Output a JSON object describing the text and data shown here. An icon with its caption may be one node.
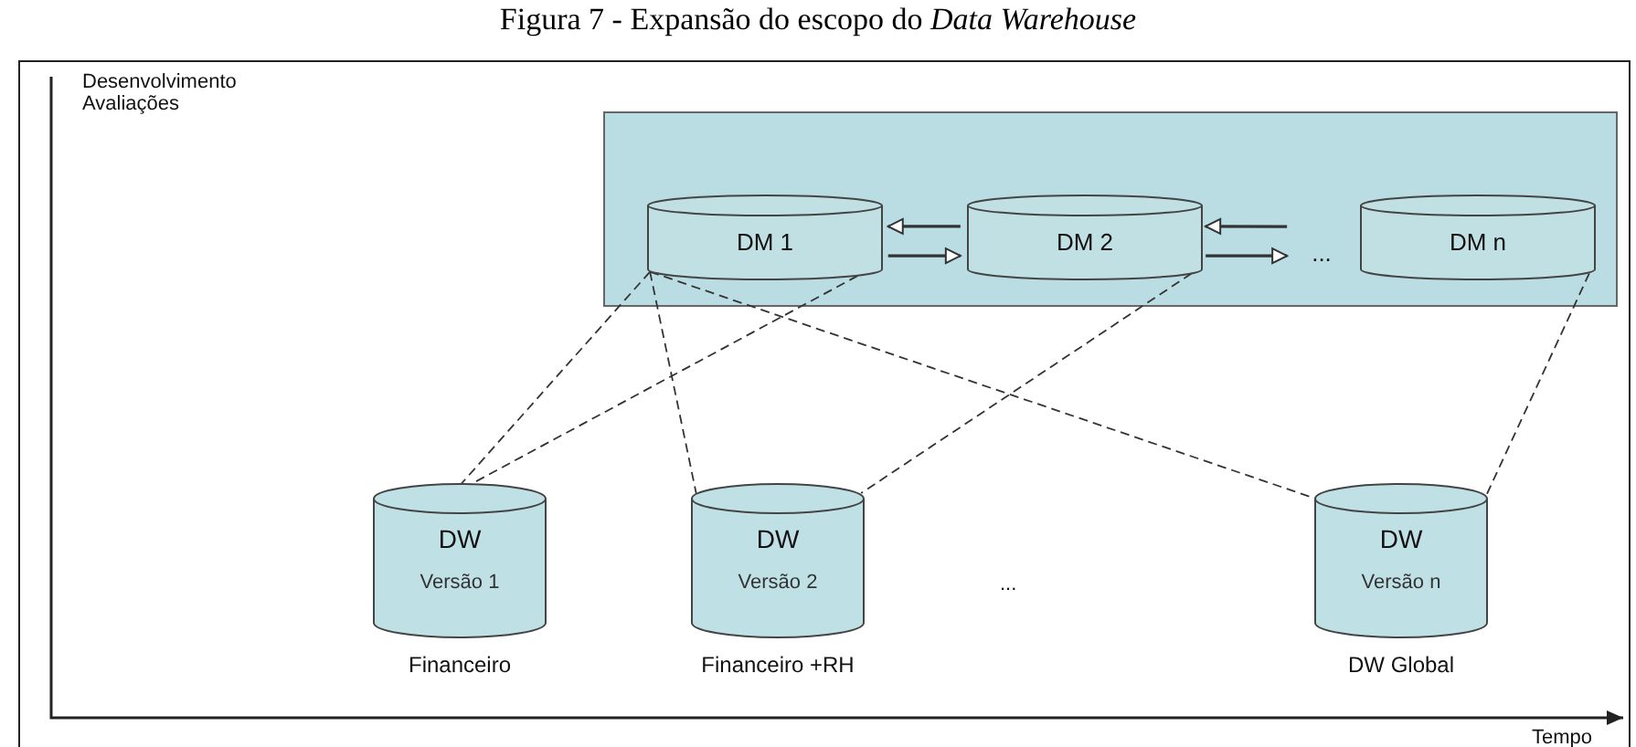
{
  "diagram": {
    "title": "Figura 7 - Expansão do escopo do *Data Warehouse*",
    "nodes": [
      {
        "text": [],
        "shape": "box"
      },
      {
        "text": [
          "DM 1"
        ],
        "in": 0
      },
      {
        "text": [
          "DM 2"
        ],
        "in": 0
      },
      {
        "text": [
          "..."
        ],
        "in": 0
      },
      {
        "text": [
          "DM n"
        ],
        "in": 0
      },
      {
        "text": [
          "DW",
          "Versão 1"
        ],
        "beside": [
          "Financeiro"
        ]
      },
      {
        "text": [
          "DW",
          "Versão 2"
        ],
        "beside": [
          "Financeiro +RH"
        ]
      },
      {
        "text": [
          "DW",
          "Versão n"
        ],
        "beside": [
          "DW Global"
        ]
      }
    ],
    "edges": [
      {
        "from": 2,
        "to": 1,
        "arrow": "to"
      },
      {
        "from": 1,
        "to": 2,
        "arrow": "to"
      },
      {
        "from": 3,
        "to": 2,
        "arrow": "to"
      },
      {
        "from": 2,
        "to": 3,
        "arrow": "to"
      },
      {
        "from": 1,
        "to": 5,
        "arrow": "none",
        "style": "dashed"
      },
      {
        "from": 1,
        "to": 5,
        "arrow": "none",
        "style": "dashed"
      },
      {
        "from": 1,
        "to": 6,
        "arrow": "none",
        "style": "dashed"
      },
      {
        "from": 2,
        "to": 6,
        "arrow": "none",
        "style": "dashed"
      },
      {
        "from": 1,
        "to": 7,
        "arrow": "none",
        "style": "dashed"
      },
      {
        "from": 4,
        "to": 7,
        "arrow": "none",
        "style": "dashed"
      }
    ],
    "labels": [
      "Desenvolvimento",
      "Avaliações",
      "...",
      "Tempo"
    ]
  }
}
